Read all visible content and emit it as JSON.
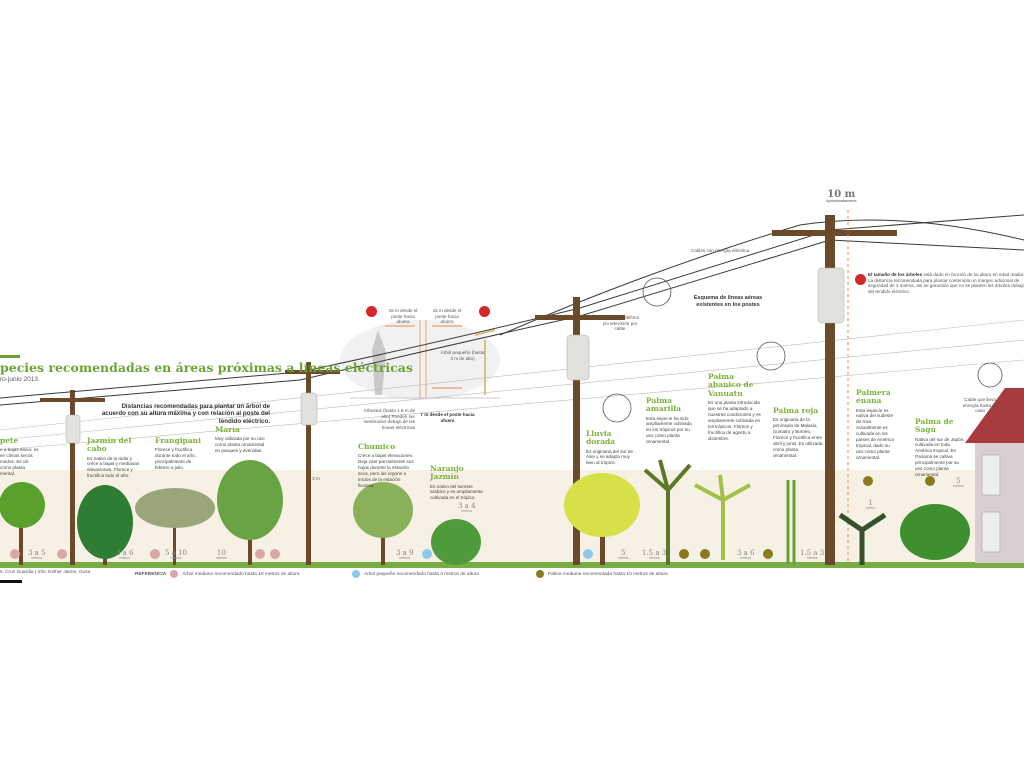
{
  "header": {
    "title": "pecies recomendadas en áreas próximas a líneas eléctricas",
    "date": "ro-junio 2013",
    "subtitle": "Distancias recomendadas para plantar un árbol de acuerdo con su altura máxima y con relación al poste del tendido eléctrico."
  },
  "species": [
    {
      "name": "pete",
      "desc": "e a bajas eleva- es en climas secos medos. Es uti- como planta mental.",
      "distance": "3 a 5",
      "unit": "metros",
      "ref": "pink"
    },
    {
      "name": "Jazmín del cabo",
      "desc": "Es nativo de la India y crece a bajas y medianas elevaciones. Florece y fructifica todo el año.",
      "distance": "3 a 6",
      "unit": "metros",
      "ref": "pink"
    },
    {
      "name": "Frangipani",
      "desc": "Florece y fructifica durante todo el año, principalmente de febrero a julio.",
      "distance": "5 a 10",
      "unit": "metros",
      "ref": "pink"
    },
    {
      "name": "María",
      "desc": "Muy utilizada por su uso como planta ornamental en parques y avenidas.",
      "distance": "10",
      "unit": "metros",
      "ref": "pink"
    },
    {
      "name": "Chumico",
      "desc": "Crece a bajas elevaciones. Deja caer parcialmente sus hojas durante la estación seca, pero las repone a inicios de la estación lluviosa.",
      "distance": "3 a 9",
      "unit": "metros",
      "ref": "pink"
    },
    {
      "name": "Naranjo Jazmín",
      "desc": "Es nativo del sureste asiático y es ampliamente cultivada en el trópico.",
      "distance": "3 a 4",
      "unit": "metros",
      "ref": "blue"
    },
    {
      "name": "Lluvia dorada",
      "desc": "Es originaria del sur de Asia y se adapta muy bien al trópico.",
      "distance": "5",
      "unit": "metros",
      "ref": "blue"
    },
    {
      "name": "Palma amarilla",
      "desc": "Esta especie ha sido ampliamente cultivada en los trópicos por su uso como planta ornamental.",
      "distance": "1.5 a 3",
      "unit": "metros",
      "ref": "olive"
    },
    {
      "name": "Palma abanico de Vanuatu",
      "desc": "Es una planta introducida que se ha adaptado a nuestras condiciones y es ampliamente cultivada en los trópicos. Florece y fructifica de agosto a diciembre.",
      "distance": "3 a 6",
      "unit": "metros",
      "ref": "olive"
    },
    {
      "name": "Palma roja",
      "desc": "Es originaria de la península de Malasia, Sumatra y Borneo. Florece y fructifica entre abril y junio. Es utilizada como planta ornamental.",
      "distance": "1.5 a 3",
      "unit": "metros",
      "ref": "olive"
    },
    {
      "name": "Palmera enana",
      "desc": "Esta especie es nativa del sudeste de Asia. Actualmente es cultivada en los países de América tropical, dado su uso como planta ornamental.",
      "distance": "1",
      "unit": "metro",
      "ref": "olive"
    },
    {
      "name": "Palma de Sagú",
      "desc": "Nativa del sur de Japón, cultivada en toda América tropical. En Panamá se cultiva principalmente por su uso como planta ornamental.",
      "distance": "5",
      "unit": "metros",
      "ref": "olive"
    }
  ],
  "diagram": {
    "left_15m": "15 m desde el poste hacia afuera",
    "right_15m": "15 m desde el poste hacia afuera",
    "small_tree": "Árbol pequeño (hasta 4 m de alto)",
    "shrubs": "Arbustos (hasta 1.5 m de alto) Pueden ser sembrados debajo de las líneas eléctricas",
    "seven_m": "7 m desde el poste hacia afuera",
    "phone_cables": "Cables de teléfono y/o televisión por cable",
    "power_cables": "Cables con energía eléctrica",
    "scheme": "Esquema de líneas aéreas existentes en los postes",
    "three_m": "3 m",
    "ten_m": "10 m",
    "approx": "Aproximadamente",
    "size_note_bold": "El tamaño de los árboles",
    "size_note": "está dado en función de su altura en edad madura. La distancia recomendada para plantar contempla un margen adicional de seguridad de 3 metros, así se garantiza que no se planten los árboles debajo del tendido eléctrico.",
    "house_cable": "Cable que lleva energía hasta su casa"
  },
  "footer": {
    "credits": "s: Cruz Guardia | Info: Esther Jaime, Gusa",
    "reference": "REFERENCIA",
    "legend": [
      "Árbol mediano recomendado hasta 10 metros de altura",
      "Árbol pequeño recomendado hasta 4 metros de altura",
      "Palma mediana recomendada hasta 10 metros de altura"
    ]
  },
  "colors": {
    "pink": "#d9a7a6",
    "blue": "#8fc8ea",
    "olive": "#8a7a1e",
    "green": "#7bb23a",
    "ground": "#78ad45",
    "pole": "#6b4a2b"
  }
}
